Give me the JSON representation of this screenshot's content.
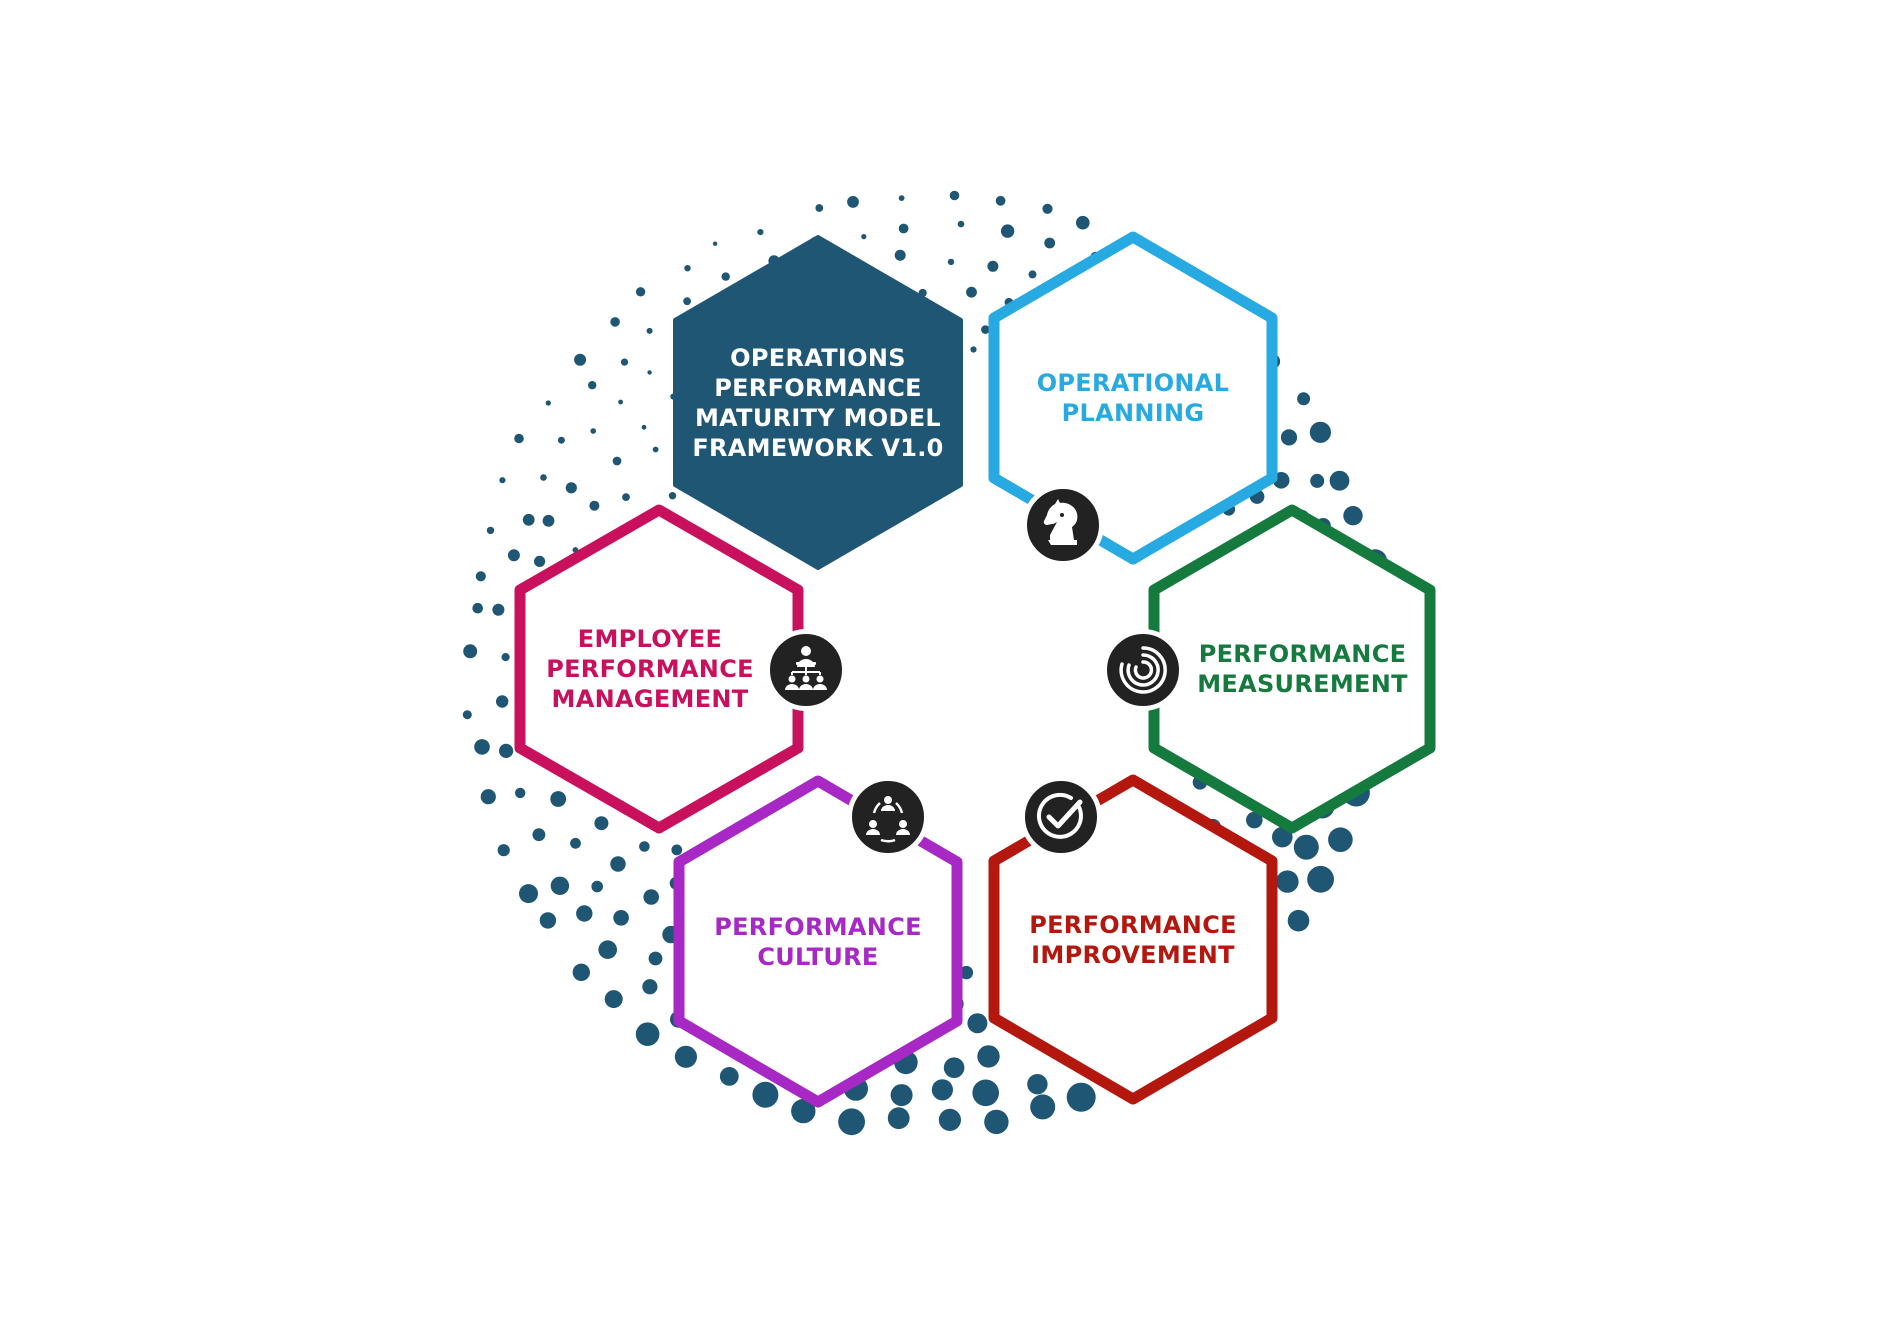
{
  "diagram": {
    "colors": {
      "dots": "#1f5673",
      "badge": "#222222"
    },
    "center": {
      "lines": [
        "OPERATIONS",
        "PERFORMANCE",
        "MATURITY MODEL",
        "FRAMEWORK V1.0"
      ],
      "fill": "#1f5673",
      "text_color": "#ffffff"
    },
    "pillars": [
      {
        "id": "operational-planning",
        "lines": [
          "OPERATIONAL",
          "PLANNING"
        ],
        "color": "#27aae1",
        "icon": "chess-knight-icon"
      },
      {
        "id": "performance-measurement",
        "lines": [
          "PERFORMANCE",
          "MEASUREMENT"
        ],
        "color": "#157a3e",
        "icon": "gauge-arcs-icon"
      },
      {
        "id": "performance-improvement",
        "lines": [
          "PERFORMANCE",
          "IMPROVEMENT"
        ],
        "color": "#b3170e",
        "icon": "check-circle-icon"
      },
      {
        "id": "performance-culture",
        "lines": [
          "PERFORMANCE",
          "CULTURE"
        ],
        "color": "#a728c4",
        "icon": "team-cycle-icon"
      },
      {
        "id": "employee-performance-management",
        "lines": [
          "EMPLOYEE",
          "PERFORMANCE",
          "MANAGEMENT"
        ],
        "color": "#c8105d",
        "icon": "org-hierarchy-icon"
      }
    ]
  }
}
